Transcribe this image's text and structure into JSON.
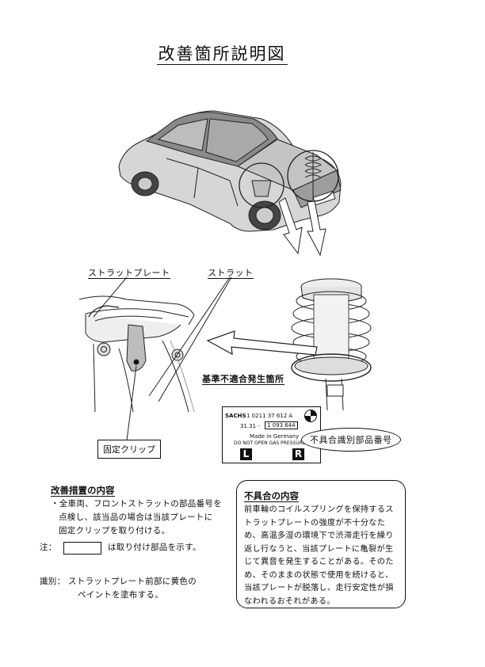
{
  "title": "改善箇所説明図",
  "labels": {
    "strut_plate": "ストラットプレート",
    "strut": "ストラット",
    "clip": "固定クリップ",
    "defect_location": "基準不適合発生箇所",
    "part_number_id": "不具合識別部品番号"
  },
  "part_label": {
    "brand": "SACHS",
    "number_line": "1  0211  37  612 A",
    "code_prefix": "31.31 -",
    "code_highlight": "1 093 644",
    "made_in": "Made in Germany",
    "warning": "DO NOT OPEN GAS PRESSURE",
    "left": "L",
    "right": "R"
  },
  "remedy": {
    "title": "改善措置の内容",
    "lines": [
      "・全車両、フロントストラットの部品番号を",
      "点検し、該当品の場合は当該プレートに",
      "固定クリップを取り付ける。"
    ]
  },
  "note": {
    "label": "注：",
    "text": "は取り付け部品を示す。"
  },
  "identification": {
    "label": "識別：",
    "lines": [
      "ストラットプレート前部に黄色の",
      "ペイントを塗布する。"
    ]
  },
  "defect": {
    "title": "不具合の内容",
    "lines": [
      "前車輪のコイルスプリングを保持するス",
      "トラットプレートの強度が不十分なた",
      "め、高温多湿の環境下で渋滞走行を繰り",
      "返し行なうと、当該プレートに亀裂が生",
      "じて異音を発生することがある。そのた",
      "め、そのままの状態で使用を続けると、",
      "当該プレートが脱落し、走行安定性が損",
      "なわれるおそれがある。"
    ]
  }
}
